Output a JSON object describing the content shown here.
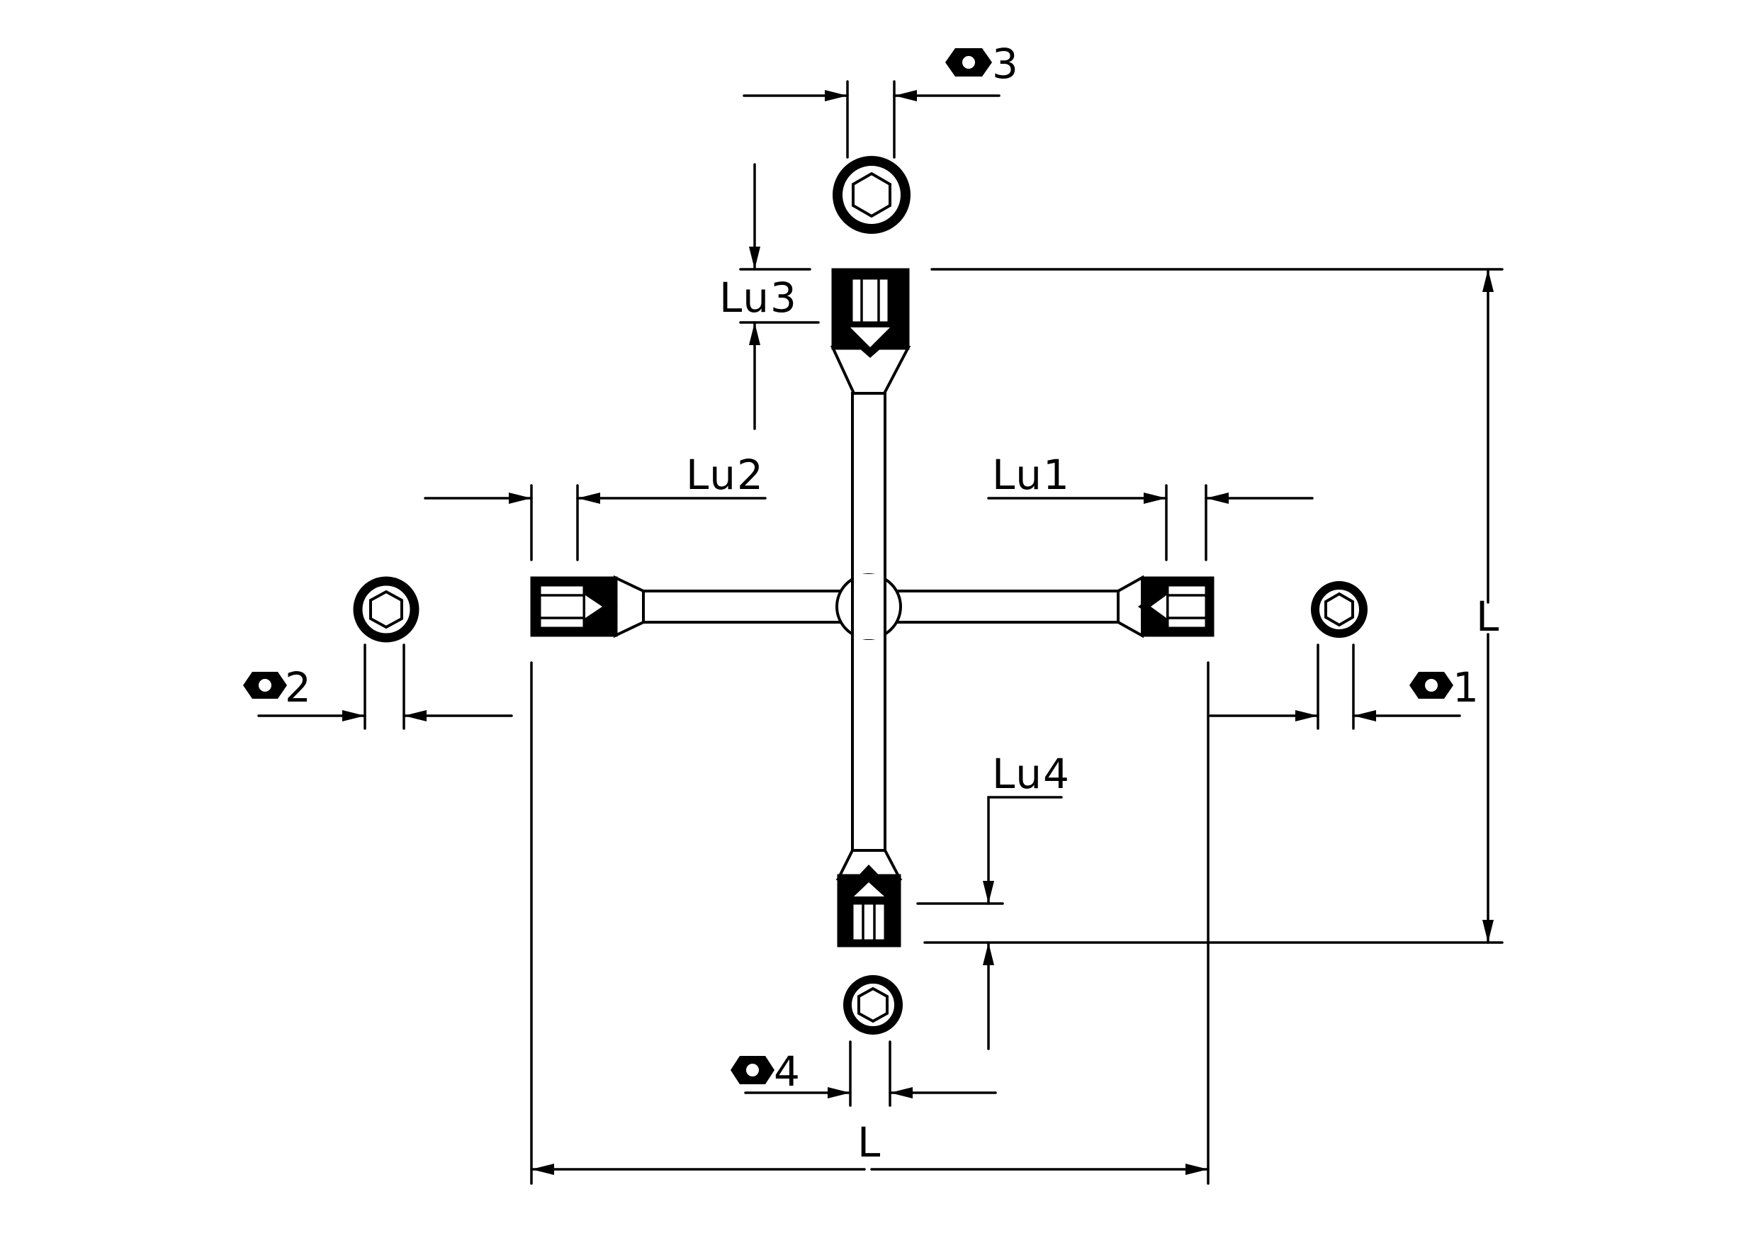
{
  "labels": {
    "lu1": "Lu1",
    "lu2": "Lu2",
    "lu3": "Lu3",
    "lu4": "Lu4",
    "length_vertical": "L",
    "length_horizontal": "L",
    "hex1": "1",
    "hex2": "2",
    "hex3": "3",
    "hex4": "4"
  },
  "icons": {
    "hex_size_symbol": "hex-nut-icon",
    "socket_end_view": "hex-socket-icon"
  },
  "colors": {
    "line": "#000000",
    "background": "#ffffff"
  }
}
